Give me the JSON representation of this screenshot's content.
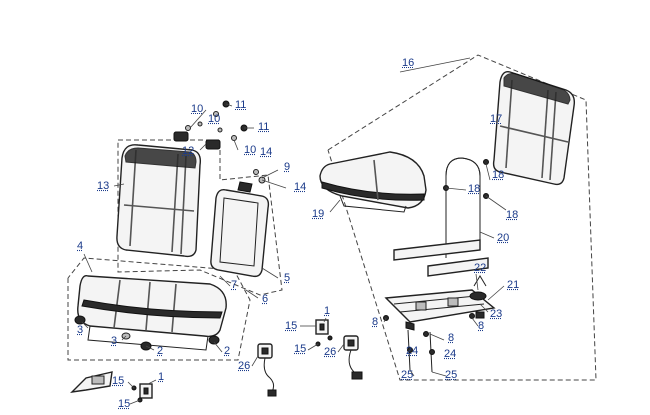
{
  "colors": {
    "callout": "#1a3a8a",
    "outline": "#222222",
    "trim": "#2a2a2a"
  },
  "callouts": {
    "c16": "16",
    "c17": "17",
    "c10a": "10",
    "c11a": "11",
    "c10b": "10",
    "c11b": "11",
    "c12": "12",
    "c10c": "10",
    "c14a": "14",
    "c9": "9",
    "c14b": "14",
    "c13": "13",
    "c18a": "18",
    "c18b": "18",
    "c18c": "18",
    "c19": "19",
    "c20": "20",
    "c4": "4",
    "c5": "5",
    "c7": "7",
    "c6": "6",
    "c22": "22",
    "c21": "21",
    "c3a": "3",
    "c3b": "3",
    "c2a": "2",
    "c2b": "2",
    "c1a": "1",
    "c15a": "15",
    "c15b": "15",
    "c23": "23",
    "c8a": "8",
    "c8b": "8",
    "c8c": "8",
    "c26a": "26",
    "c26b": "26",
    "c24a": "24",
    "c24b": "24",
    "c25a": "25",
    "c25b": "25",
    "c1b": "1",
    "c15c": "15",
    "c15d": "15"
  }
}
